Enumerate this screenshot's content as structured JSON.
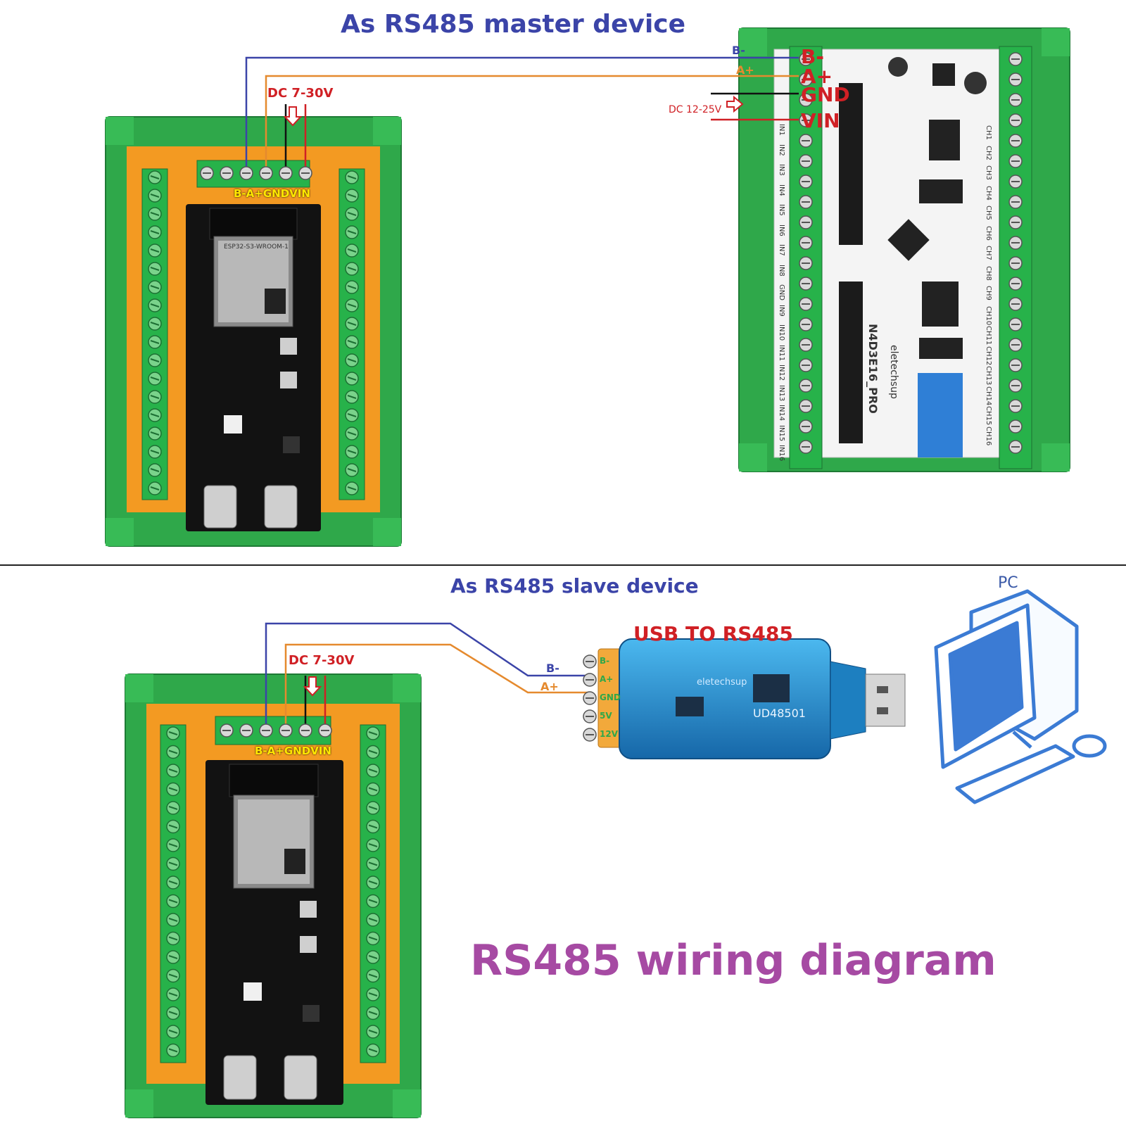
{
  "top": {
    "title": "As RS485 master device",
    "supply_label": "DC 7-30V",
    "terminal_label": "B-A+GNDVIN",
    "wire_b": "B-",
    "wire_a": "A+",
    "io_supply": "DC 12-25V",
    "io_terminals": [
      "B-",
      "A+",
      "GND",
      "VIN"
    ],
    "io_board_name": "N4D3E16_PRO",
    "io_brand": "eletechsup",
    "esp_module": "ESP32-S3-WROOM-1",
    "io_inputs": [
      "IN1",
      "IN2",
      "IN3",
      "IN4",
      "IN5",
      "IN6",
      "IN7",
      "IN8",
      "GND",
      "IN9",
      "IN10",
      "IN11",
      "IN12",
      "IN13",
      "IN14",
      "IN15",
      "IN16"
    ],
    "io_outputs": [
      "CH1",
      "CH2",
      "CH3",
      "CH4",
      "CH5",
      "CH6",
      "CH7",
      "CH8",
      "CH9",
      "CH10",
      "CH11",
      "CH12",
      "CH13",
      "CH14",
      "CH15",
      "CH16"
    ]
  },
  "bottom": {
    "title": "As RS485 slave device",
    "supply_label": "DC 7-30V",
    "terminal_label": "B-A+GNDVIN",
    "wire_b": "B-",
    "wire_a": "A+",
    "usb_title": "USB TO RS485",
    "usb_model": "UD48501",
    "usb_brand": "eletechsup",
    "usb_pins": [
      "B-",
      "A+",
      "GND",
      "5V",
      "12V"
    ],
    "pc_label": "PC",
    "diagram_caption": "RS485 wiring diagram"
  },
  "colors": {
    "wire_b": "#3b44a8",
    "wire_a": "#e58a2e",
    "wire_gnd": "#111111",
    "wire_vin": "#d02025",
    "din_rail": "#2fa84a",
    "carrier": "#f39a22",
    "terminal_green": "#27b24a",
    "pcb_black": "#121212",
    "io_pcb": "#f4f4f4",
    "usb_blue": "#1f8fd1",
    "usb_terminal": "#f2a93b",
    "pc_blue": "#3b7bd4"
  }
}
